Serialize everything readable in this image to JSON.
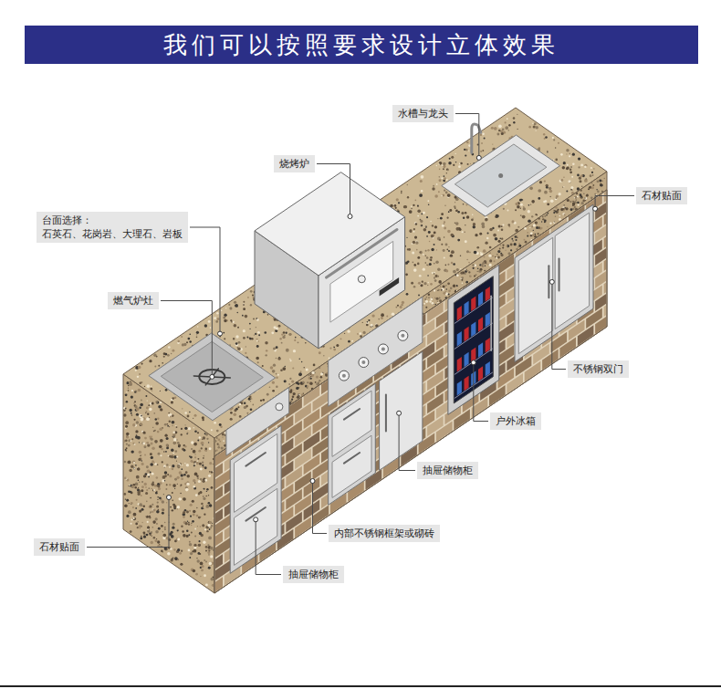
{
  "diagram": {
    "title": "我们可以按照要求设计立体效果",
    "nodes": [
      {
        "text": [
          "水槽与龙头"
        ]
      },
      {
        "text": [
          "烧烤炉"
        ]
      },
      {
        "text": [
          "石材贴面"
        ]
      },
      {
        "text": [
          "台面选择：",
          "石英石、花岗岩、大理石、岩板"
        ]
      },
      {
        "text": [
          "燃气炉灶"
        ]
      },
      {
        "text": [
          "不锈钢双门"
        ]
      },
      {
        "text": [
          "户外冰箱"
        ]
      },
      {
        "text": [
          "抽屉储物柜"
        ]
      },
      {
        "text": [
          "内部不锈钢框架或砌砖"
        ]
      },
      {
        "text": [
          "石材贴面"
        ]
      },
      {
        "text": [
          "抽屉储物柜"
        ]
      }
    ]
  }
}
